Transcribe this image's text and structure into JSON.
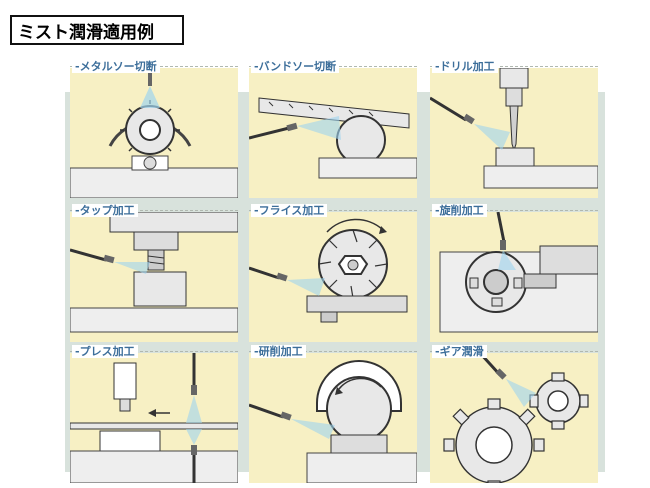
{
  "title": "ミスト潤滑適用例",
  "panels": [
    {
      "label": "メタルソー切断",
      "icon": "metal-saw-cutting"
    },
    {
      "label": "バンドソー切断",
      "icon": "band-saw-cutting"
    },
    {
      "label": "ドリル加工",
      "icon": "drilling"
    },
    {
      "label": "タップ加工",
      "icon": "tapping"
    },
    {
      "label": "フライス加工",
      "icon": "milling"
    },
    {
      "label": "旋削加工",
      "icon": "turning"
    },
    {
      "label": "プレス加工",
      "icon": "pressing"
    },
    {
      "label": "研削加工",
      "icon": "grinding"
    },
    {
      "label": "ギア潤滑",
      "icon": "gear-lubrication"
    }
  ],
  "colors": {
    "panel_bg": "#f7f0c4",
    "band_bg": "#d8e2dc",
    "label_text": "#3c6e9a",
    "mist": "#7fc6e6",
    "metal": "#e6e6e6",
    "outline": "#333333"
  }
}
